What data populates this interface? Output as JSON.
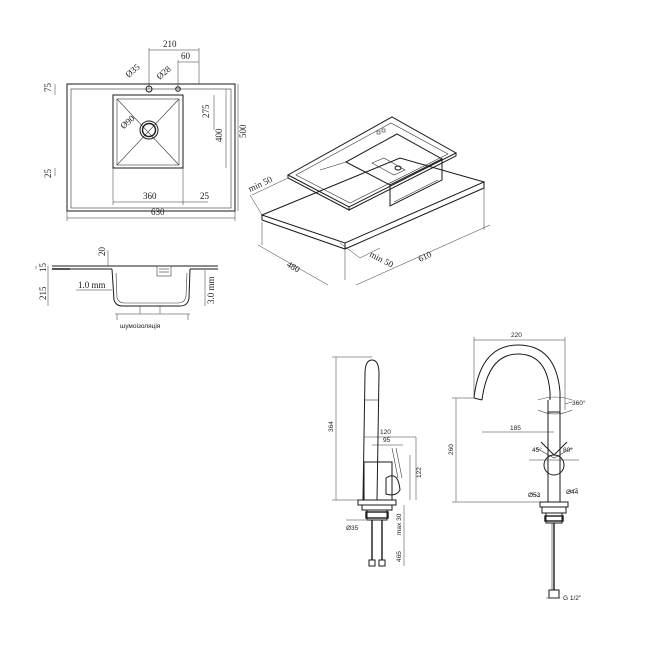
{
  "top_view": {
    "labels": {
      "width_total": "630",
      "length_total": "500",
      "bowl_width": "360",
      "bowl_height": "400",
      "bowl_depth_top": "275",
      "right_margin": "25",
      "left_margin_top": "75",
      "left_margin_bottom": "25",
      "tap_offset": "210",
      "tap_offset_small": "60",
      "tap_hole": "Ø35",
      "overflow_hole": "Ø28",
      "drain": "Ø90"
    }
  },
  "section_view": {
    "labels": {
      "depth": "215",
      "rim": "15",
      "flange": "20",
      "steel_thickness": "1.0 mm",
      "flange_thickness": "3.0 mm",
      "insulation": "шумоізоляція"
    }
  },
  "iso_view": {
    "labels": {
      "min_left": "min 50",
      "min_right": "min 50",
      "cabinet_depth": "480",
      "cabinet_width": "610"
    }
  },
  "faucet_side": {
    "labels": {
      "height": "364",
      "reach": "120",
      "handle": "95",
      "body": "122",
      "hole": "Ø35",
      "max_counter": "max 30",
      "hose": "465"
    }
  },
  "faucet_front": {
    "labels": {
      "spout_width": "220",
      "rotation": "360°",
      "spout_height": "260",
      "reach": "185",
      "angle_left": "45°",
      "angle_right": "80°",
      "base": "Ø53",
      "body": "Ø44",
      "thread": "G 1/2\""
    }
  }
}
